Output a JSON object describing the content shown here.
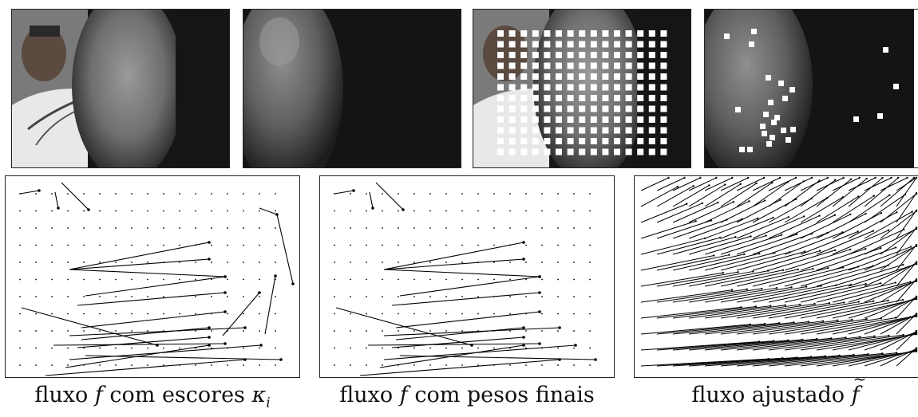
{
  "panels": [
    {
      "id": "frame-a",
      "kind": "photo"
    },
    {
      "id": "frame-b",
      "kind": "photo"
    },
    {
      "id": "frame-grid",
      "kind": "photo"
    },
    {
      "id": "frame-selected",
      "kind": "photo"
    }
  ],
  "captions": {
    "scores": {
      "prefix": "fluxo ",
      "var": "f",
      "suffix": " com escores ",
      "sym": "κ",
      "sub": "i"
    },
    "weights": {
      "prefix": "fluxo ",
      "var": "f",
      "suffix": " com pesos finais"
    },
    "adjusted": {
      "prefix": "fluxo ajustado ",
      "var": "f"
    }
  },
  "colors": {
    "marker": "#ffffff",
    "line": "#000000",
    "photo_dark": "#141414"
  }
}
